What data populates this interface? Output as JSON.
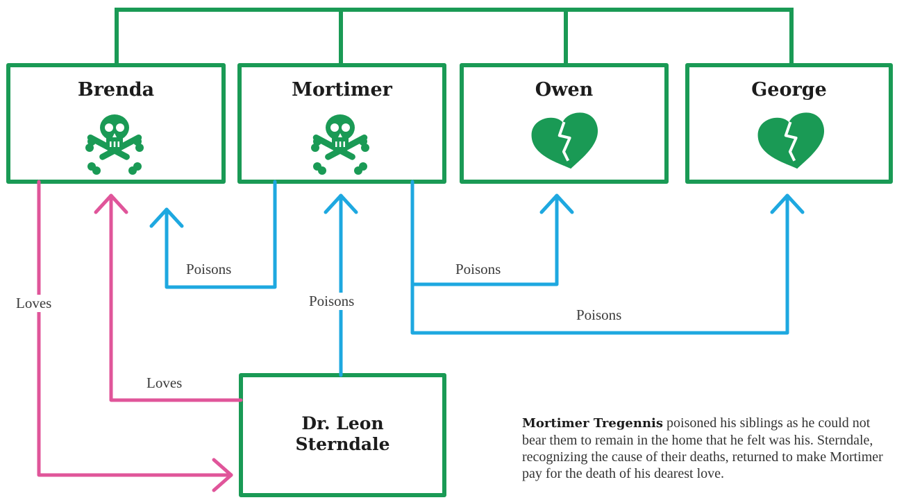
{
  "colors": {
    "box": "#1a9a55",
    "icon": "#1a9a55",
    "love": "#e0559a",
    "poison": "#1ea8e0",
    "text": "#1c1c1c"
  },
  "nodes": {
    "brenda": {
      "name": "Brenda",
      "icon": "skull-crossbones-icon"
    },
    "mortimer": {
      "name": "Mortimer",
      "icon": "skull-crossbones-icon"
    },
    "owen": {
      "name": "Owen",
      "icon": "broken-heart-icon"
    },
    "george": {
      "name": "George",
      "icon": "broken-heart-icon"
    },
    "sterndale": {
      "name_line1": "Dr. Leon",
      "name_line2": "Sterndale"
    }
  },
  "edges": {
    "mortimer_poisons_brenda": "Poisons",
    "mortimer_poisons_owen": "Poisons",
    "mortimer_poisons_george": "Poisons",
    "sterndale_poisons_mortimer": "Poisons",
    "brenda_loves_sterndale": "Loves",
    "sterndale_loves_brenda": "Loves"
  },
  "caption": {
    "bold": "Mortimer Tregennis",
    "text": "poisoned his siblings as he could not bear them to remain in the home that he felt was his. Sterndale, recognizing the cause of their deaths, returned to make Mortimer pay for the death of his dearest love."
  }
}
